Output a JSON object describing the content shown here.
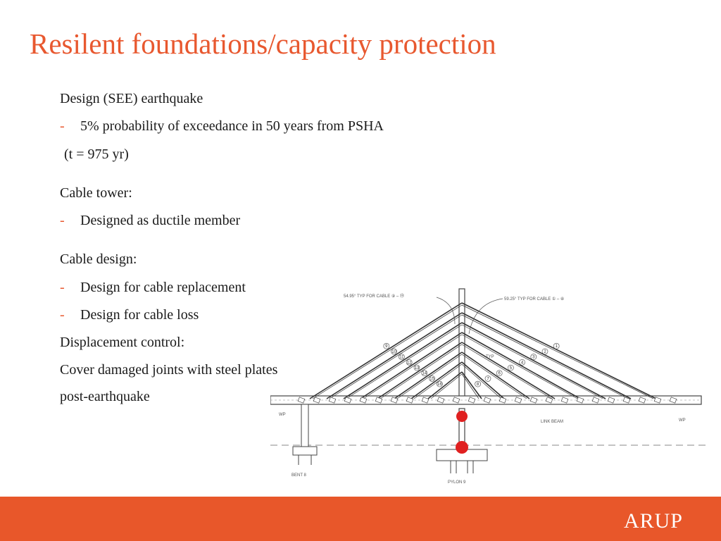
{
  "slide": {
    "title": "Resilent foundations/capacity protection",
    "bullets": {
      "design_heading": "Design (SEE) earthquake",
      "design_item": "5% probability of exceedance in 50 years from PSHA",
      "design_return": "(t = 975 yr)",
      "tower_heading": "Cable tower:",
      "tower_item": "Designed as ductile member",
      "cable_heading": "Cable design:",
      "cable_item_1": "Design for cable replacement",
      "cable_item_2": "Design for cable loss",
      "displacement_heading": "Displacement control:",
      "displacement_text_1": "Cover damaged joints with steel plates",
      "displacement_text_2": "post-earthquake"
    },
    "dash": "-"
  },
  "diagram": {
    "angle_left": "54.95° TYP FOR CABLE ⑨ – ⑲",
    "angle_right": "59.25° TYP FOR CABLE ① – ⑧",
    "typ": "TYP",
    "wp_left": "WP",
    "wp_right": "WP",
    "link_beam": "LINK BEAM",
    "bent": "BENT 8",
    "pylon": "PYLON 9",
    "cable_numbers_left": [
      "9",
      "10",
      "11",
      "12",
      "13",
      "14",
      "15",
      "16"
    ],
    "cable_numbers_right": [
      "1",
      "2",
      "3",
      "4",
      "5",
      "6",
      "7",
      "8"
    ],
    "marker_color": "#e02020"
  },
  "footer": {
    "logo": "ARUP",
    "color": "#e8572a"
  }
}
